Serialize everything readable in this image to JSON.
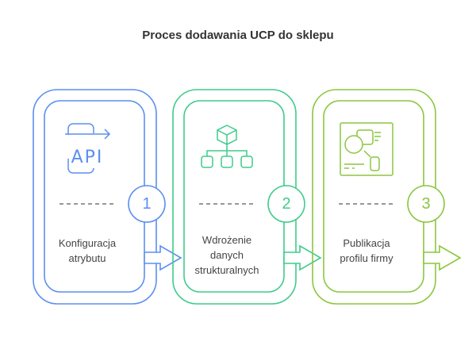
{
  "title": "Proces dodawania UCP do sklepu",
  "steps": [
    {
      "number": "1",
      "label_lines": [
        "Konfiguracja",
        "atrybutu"
      ],
      "icon": "api-icon",
      "color": "#5b8ff0"
    },
    {
      "number": "2",
      "label_lines": [
        "Wdrożenie",
        "danych",
        "strukturalnych"
      ],
      "icon": "hierarchy-icon",
      "color": "#3fcb8c"
    },
    {
      "number": "3",
      "label_lines": [
        "Publikacja",
        "profilu firmy"
      ],
      "icon": "profile-board-icon",
      "color": "#8cc63f"
    }
  ],
  "api_text": "API"
}
